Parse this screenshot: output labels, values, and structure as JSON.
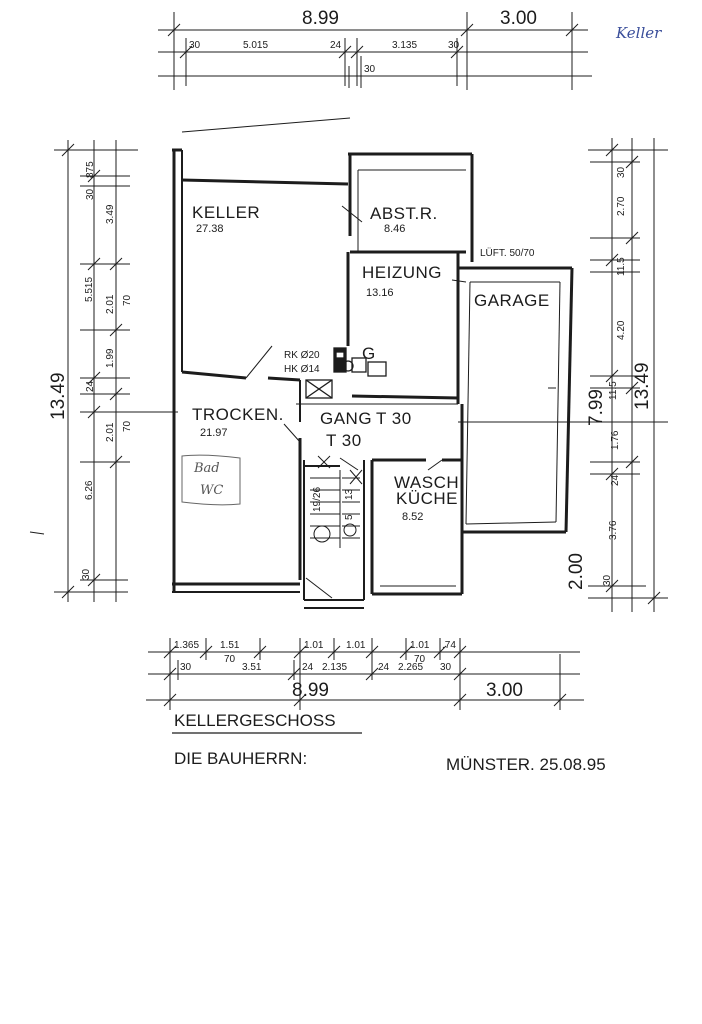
{
  "handwritten_note": "Keller",
  "top_dims": {
    "total_main": "8.99",
    "total_garage": "3.00",
    "d30a": "30",
    "d5015": "5.015",
    "d24": "24",
    "d3135": "3.135",
    "d30b": "30",
    "d30c": "30"
  },
  "left_dims": {
    "total": "13.49",
    "d875": "875",
    "d30": "30",
    "d349": "3.49",
    "d5515": "5.515",
    "d201a": "2.01",
    "d70a": "70",
    "d199": "1.99",
    "d24": "24",
    "d201b": "2.01",
    "d70b": "70",
    "d626": "6.26",
    "d30b": "30"
  },
  "right_dims": {
    "total": "13.49",
    "d30": "30",
    "d270": "2.70",
    "d115a": "11.5",
    "d420": "4.20",
    "d115b": "11.5",
    "d799": "7.99",
    "d176": "1.76",
    "d24": "24",
    "d376": "3.76",
    "d200": "2.00",
    "d30b": "30"
  },
  "rooms": {
    "keller": {
      "name": "KELLER",
      "area": "27.38"
    },
    "abstr": {
      "name": "ABST.R.",
      "area": "8.46"
    },
    "heizung": {
      "name": "HEIZUNG",
      "area": "13.16"
    },
    "garage": {
      "name": "GARAGE"
    },
    "trocken": {
      "name": "TROCKEN.",
      "area": "21.97"
    },
    "gang": {
      "name": "GANG",
      "door": "T 30",
      "door2": "T 30"
    },
    "wasch": {
      "name1": "WASCH.",
      "name2": "KÜCHE",
      "area": "8.52"
    }
  },
  "annotations": {
    "lueft": "LÜFT. 50/70",
    "rk": "RK Ø20",
    "hk": "HK Ø14",
    "g": "G",
    "stair1": "19/26",
    "stair2": "13",
    "stair3": "5",
    "bad_note1": "Bad",
    "bad_note2": "WC"
  },
  "bottom_dims": {
    "r1": [
      "1.365",
      "1.51",
      "1.01",
      "1.01",
      "1.01",
      ".74"
    ],
    "r1b": "70",
    "r1c": "70",
    "r2": [
      "30",
      "3.51",
      "24",
      "2.135",
      "24",
      "2.265",
      "30"
    ],
    "total_main": "8.99",
    "total_garage": "3.00"
  },
  "footer": {
    "floor_title": "KELLERGESCHOSS",
    "owners_label": "DIE BAUHERRN:",
    "place_date": "MÜNSTER. 25.08.95"
  }
}
